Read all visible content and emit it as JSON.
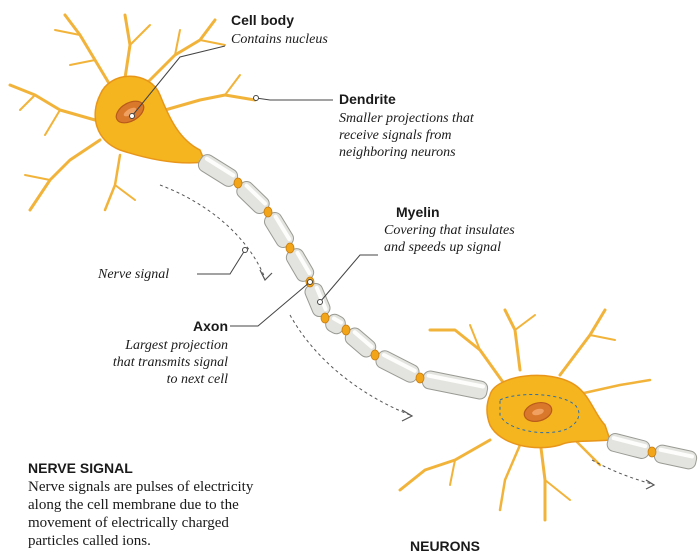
{
  "colors": {
    "cell_fill": "#f5b51e",
    "cell_dark": "#e8961a",
    "nucleus": "#d9782a",
    "myelin": "#e3e3df",
    "node": "#f2a519",
    "leader": "#444444"
  },
  "labels": {
    "cell_body": {
      "title": "Cell body",
      "desc": "Contains nucleus"
    },
    "dendrite": {
      "title": "Dendrite",
      "desc": [
        "Smaller projections that",
        "receive signals from",
        "neighboring neurons"
      ]
    },
    "myelin": {
      "title": "Myelin",
      "desc": [
        "Covering that insulates",
        "and speeds up signal"
      ]
    },
    "nerve_signal_label": "Nerve signal",
    "axon": {
      "title": "Axon",
      "desc": [
        "Largest projection",
        "that transmits signal",
        "to next cell"
      ]
    }
  },
  "info": {
    "heading": "NERVE SIGNAL",
    "text": [
      "Nerve signals are pulses of electricity",
      "along the cell membrane due to the",
      "movement of electrically charged",
      "particles called ions."
    ]
  },
  "footer_title": "NEURONS"
}
